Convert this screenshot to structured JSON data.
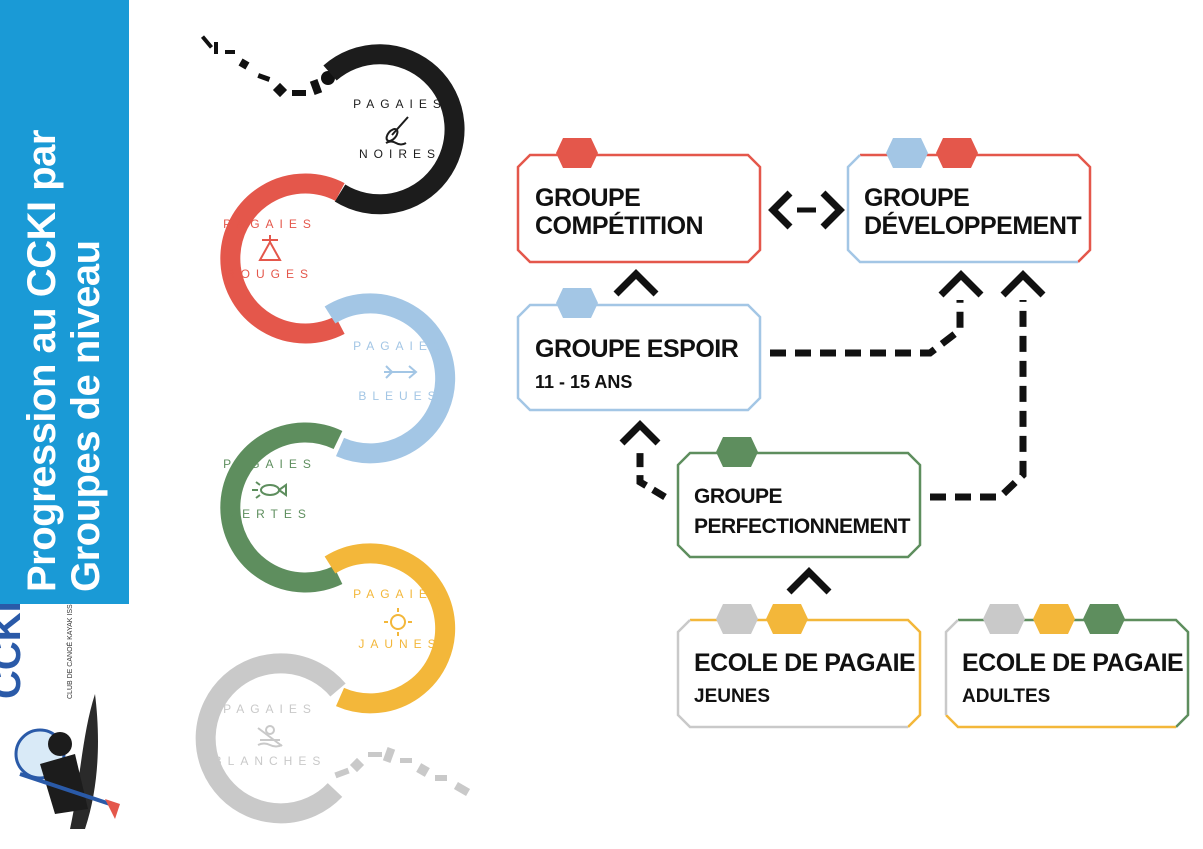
{
  "sidebar": {
    "title_line1": "Progression au CCKI par",
    "title_line2": "Groupes de niveau",
    "background": "#1a9ad6"
  },
  "logo": {
    "name": "CCKI",
    "tagline": "CLUB DE CANOË KAYAK ISSOIS"
  },
  "colors": {
    "noire": "#1c1c1c",
    "rouge": "#e4574b",
    "bleue": "#a3c6e5",
    "verte": "#5e8e5e",
    "jaune": "#f3b73a",
    "blanche": "#c9c9c9"
  },
  "levels": [
    {
      "word1": "PAGAIES",
      "word2": "NOIRES",
      "icon": "paddle-icon",
      "color": "#1c1c1c"
    },
    {
      "word1": "PAGAIES",
      "word2": "ROUGES",
      "icon": "tent-icon",
      "color": "#e4574b"
    },
    {
      "word1": "PAGAIES",
      "word2": "BLEUES",
      "icon": "arrow-icon",
      "color": "#a3c6e5"
    },
    {
      "word1": "PAGAIES",
      "word2": "VERTES",
      "icon": "fish-icon",
      "color": "#5e8e5e"
    },
    {
      "word1": "PAGAIES",
      "word2": "JAUNES",
      "icon": "sun-icon",
      "color": "#f3b73a"
    },
    {
      "word1": "PAGAIES",
      "word2": "BLANCHES",
      "icon": "kayaker-icon",
      "color": "#c9c9c9"
    }
  ],
  "groups": {
    "competition": {
      "line1": "GROUPE",
      "line2": "COMPÉTITION"
    },
    "developpement": {
      "line1": "GROUPE",
      "line2": "DÉVELOPPEMENT"
    },
    "espoir": {
      "title": "GROUPE ESPOIR",
      "subtitle": "11 - 15 ANS"
    },
    "perfectionnement": {
      "line1": "GROUPE",
      "line2": "PERFECTIONNEMENT"
    },
    "ecole_jeunes": {
      "title": "ECOLE DE PAGAIE",
      "subtitle": "JEUNES"
    },
    "ecole_adultes": {
      "title": "ECOLE DE PAGAIE",
      "subtitle": "ADULTES"
    }
  }
}
